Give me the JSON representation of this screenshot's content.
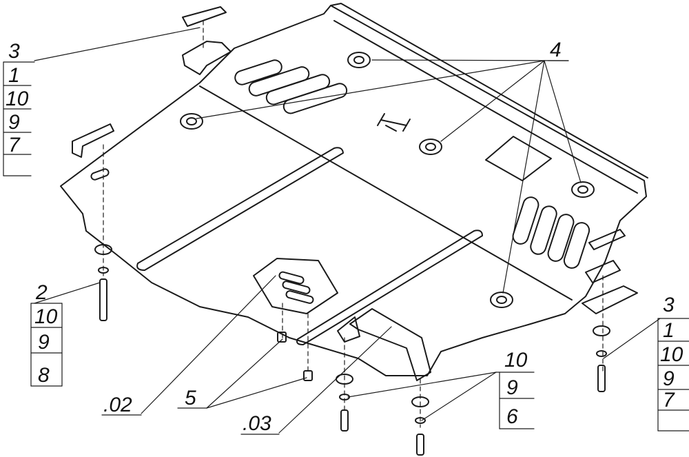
{
  "callouts": {
    "top_left_stack": [
      "3",
      "1",
      "10",
      "9",
      "7"
    ],
    "left_mid_stack": [
      "2",
      "10",
      "9",
      "8"
    ],
    "right_stack": [
      "3",
      "1",
      "10",
      "9",
      "7"
    ],
    "bottom_stack": [
      "10",
      "9",
      "6"
    ],
    "label_4": "4",
    "label_5": "5",
    "label_02": ".02",
    "label_03": ".03"
  },
  "colors": {
    "line": "#1a1a1a",
    "paper": "#ffffff"
  }
}
